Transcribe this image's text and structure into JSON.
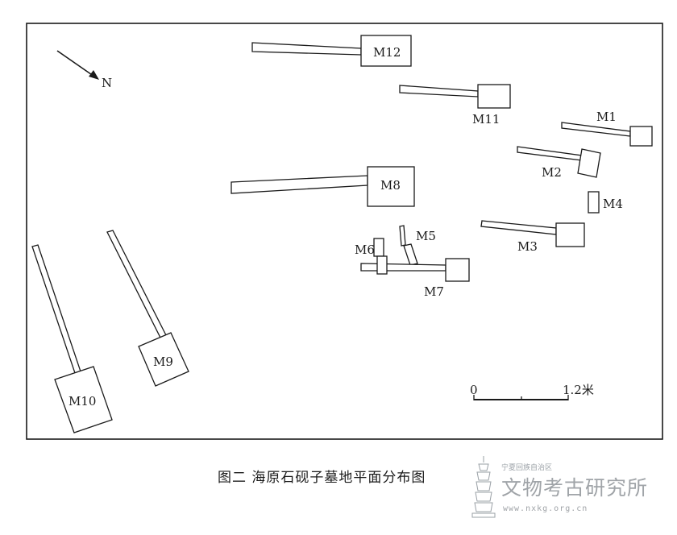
{
  "figure": {
    "caption": "图二  海原石砚子墓地平面分布图",
    "north_label": "N",
    "scale_bar": {
      "start_label": "0",
      "end_label": "1.2米"
    },
    "tombs": [
      "M1",
      "M2",
      "M3",
      "M4",
      "M5",
      "M6",
      "M7",
      "M8",
      "M9",
      "M10",
      "M11",
      "M12"
    ]
  },
  "watermark": {
    "org_small": "宁夏回族自治区",
    "org_name": "文物考古研究所",
    "url": "www.nxkg.org.cn"
  },
  "colors": {
    "ink": "#1a1a1a",
    "watermark": "#a0a4a8"
  }
}
